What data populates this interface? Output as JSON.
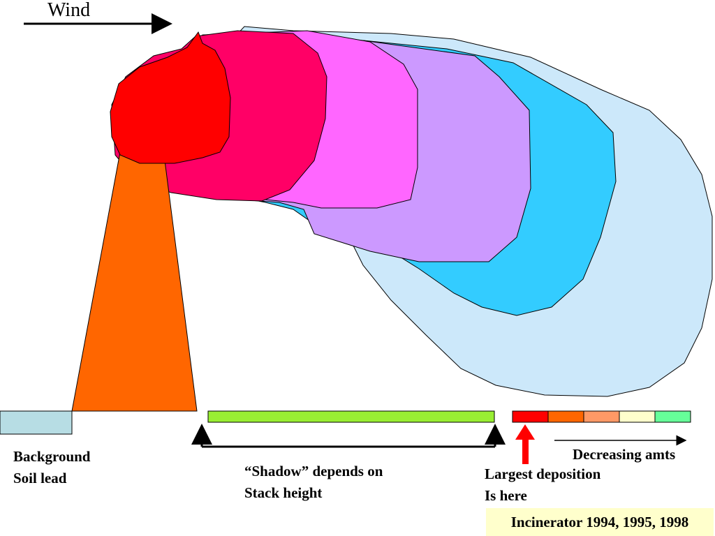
{
  "wind_label": "Wind",
  "background_label": [
    "Background",
    "Soil lead"
  ],
  "shadow_label": [
    "“Shadow” depends on",
    "Stack height"
  ],
  "largest_label": [
    "Largest deposition",
    "Is here"
  ],
  "decreasing_label": "Decreasing amts",
  "caption": "Incinerator 1994, 1995, 1998",
  "colors": {
    "stack": "#ff6600",
    "plume_core": "#ff0000",
    "plume_2": "#ff0066",
    "plume_3": "#ff66ff",
    "plume_4": "#cc99ff",
    "plume_5": "#33ccff",
    "plume_6": "#cce8fa",
    "background_bar": "#b7dde4",
    "shadow_bar": "#99ee33",
    "deposition_arrow": "#ff0000",
    "caption_bg": "#ffffcc"
  },
  "deposition_scale": [
    {
      "color": "#ff0000"
    },
    {
      "color": "#ff6600"
    },
    {
      "color": "#ff9966"
    },
    {
      "color": "#ffffcc"
    },
    {
      "color": "#66ff99"
    }
  ]
}
